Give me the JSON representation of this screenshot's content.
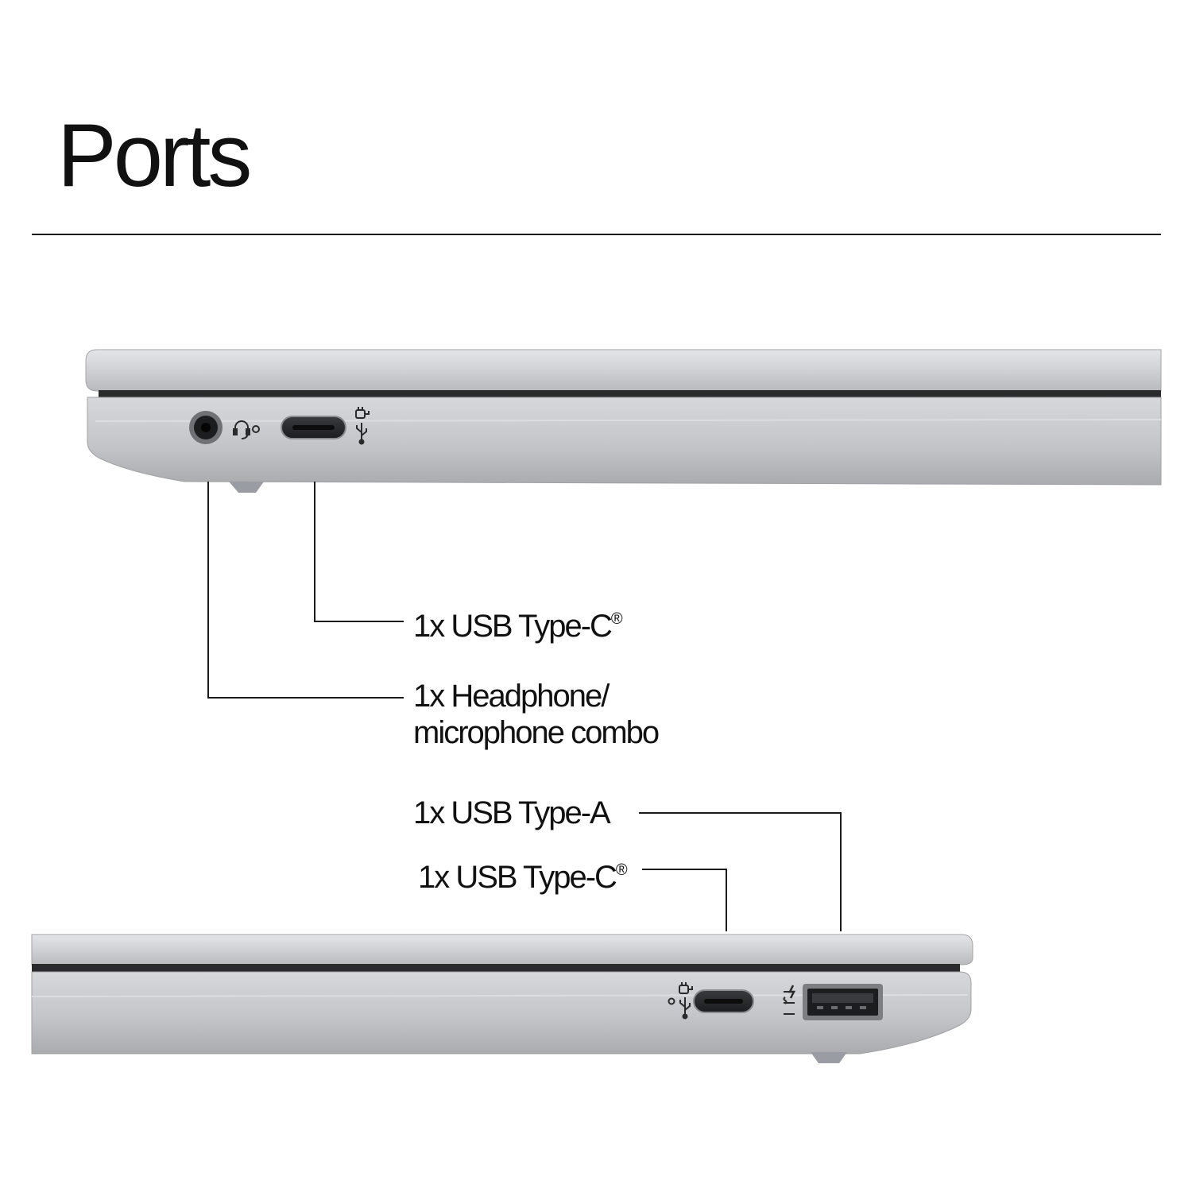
{
  "page": {
    "title": "Ports"
  },
  "left_side": {
    "callouts": [
      {
        "label": "1x USB Type-C",
        "mark": "®"
      },
      {
        "label_line1": "1x Headphone/",
        "label_line2": "microphone combo"
      }
    ],
    "ports": [
      "headphone-jack",
      "usb-c-port"
    ],
    "icons": [
      "headset-icon",
      "charging-icon",
      "usb-icon"
    ]
  },
  "right_side": {
    "callouts": [
      {
        "label": "1x USB Type-A"
      },
      {
        "label": "1x USB Type-C",
        "mark": "®"
      }
    ],
    "ports": [
      "usb-c-port",
      "usb-a-port"
    ],
    "icons": [
      "charging-icon",
      "usb-icon",
      "superspeed-usb-icon"
    ]
  },
  "colors": {
    "chassis": "#c9cbcf",
    "chassis_dark": "#a7a9ad",
    "gap": "#2b2b2d",
    "line": "#1a1a1a"
  }
}
